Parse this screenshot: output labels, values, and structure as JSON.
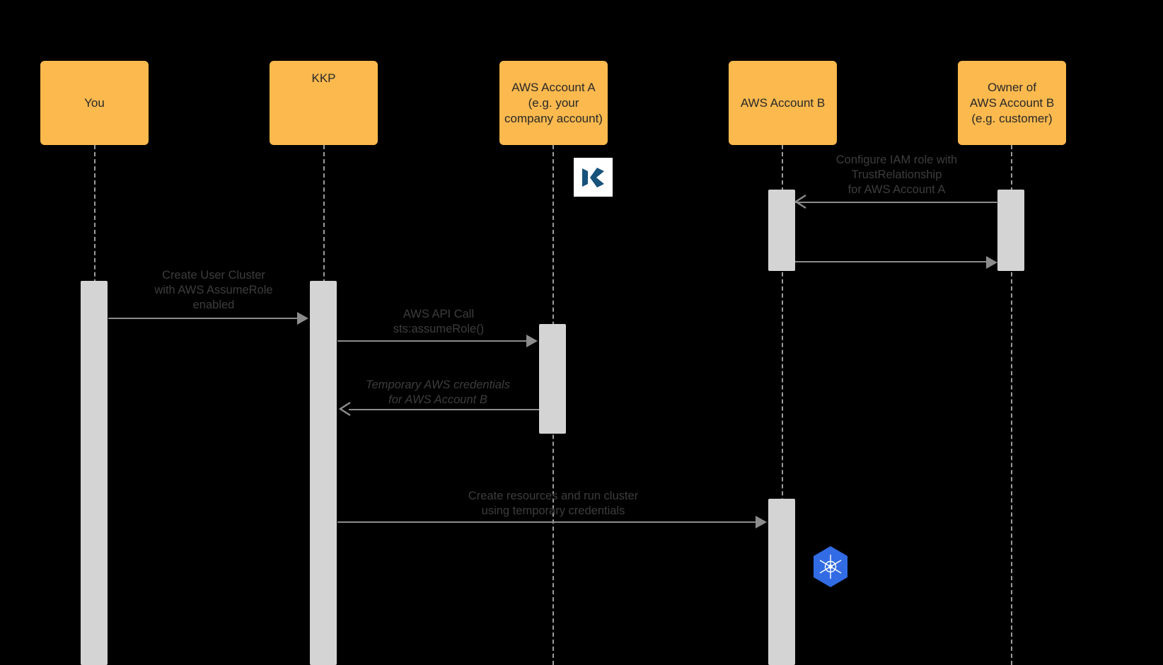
{
  "diagram": {
    "type": "sequence-diagram",
    "background_color": "#000000",
    "participant_color": "#FCB94D",
    "activation_color": "#D4D4D4",
    "line_color": "#8c8c8c",
    "text_color": "#3d3d3d"
  },
  "participants": [
    {
      "id": "you",
      "label": "You"
    },
    {
      "id": "kkp",
      "label": "KKP",
      "icon": "kkp-logo"
    },
    {
      "id": "aws-a",
      "label": "AWS Account A\n(e.g. your\ncompany account)"
    },
    {
      "id": "aws-b",
      "label": "AWS Account B"
    },
    {
      "id": "owner-b",
      "label": "Owner of\nAWS Account B\n(e.g. customer)"
    }
  ],
  "messages": [
    {
      "id": "m1",
      "label": "Configure IAM role with\nTrustRelationship\nfor AWS Account A",
      "from": "owner-b",
      "to": "aws-b",
      "style": "open-arrow",
      "italic": false
    },
    {
      "id": "m2",
      "label": "Create User Cluster\nwith AWS AssumeRole\nenabled",
      "from": "you",
      "to": "kkp",
      "style": "solid-arrow",
      "italic": false
    },
    {
      "id": "m3",
      "label": "AWS API Call\nsts:assumeRole()",
      "from": "kkp",
      "to": "aws-a",
      "style": "solid-arrow",
      "italic": false
    },
    {
      "id": "m4",
      "label": "Temporary AWS credentials\nfor AWS Account B",
      "from": "aws-a",
      "to": "kkp",
      "style": "open-arrow",
      "italic": true
    },
    {
      "id": "m5",
      "label": "Create resources and run cluster\nusing temporary credentials",
      "from": "kkp",
      "to": "aws-b",
      "style": "solid-arrow",
      "italic": false
    },
    {
      "id": "m6",
      "label": "",
      "from": "aws-b",
      "to": "owner-b",
      "style": "solid-arrow",
      "italic": false
    }
  ],
  "icons": {
    "kkp": "kubermatic-kubernetes-platform-logo",
    "kubernetes": "kubernetes-helm-wheel-logo"
  }
}
